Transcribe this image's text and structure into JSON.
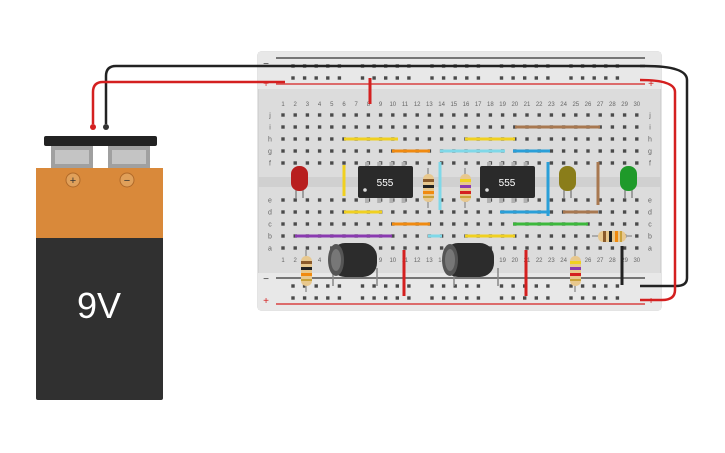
{
  "battery": {
    "label": "9V",
    "plus_symbol": "+",
    "minus_symbol": "−"
  },
  "breadboard": {
    "columns": [
      "1",
      "2",
      "3",
      "4",
      "5",
      "6",
      "7",
      "8",
      "9",
      "10",
      "11",
      "12",
      "13",
      "14",
      "15",
      "16",
      "17",
      "18",
      "19",
      "20",
      "21",
      "22",
      "23",
      "24",
      "25",
      "26",
      "27",
      "28",
      "29",
      "30"
    ],
    "rows_top": [
      "j",
      "i",
      "h",
      "g",
      "f"
    ],
    "rows_bottom": [
      "e",
      "d",
      "c",
      "b",
      "a"
    ],
    "rail_plus": "+",
    "rail_minus": "−"
  },
  "chips": [
    {
      "label": "555"
    },
    {
      "label": "555"
    }
  ],
  "leds": [
    {
      "name": "red-led",
      "color": "#b81e1e"
    },
    {
      "name": "yellow-led",
      "color": "#8a7d1a"
    },
    {
      "name": "green-led",
      "color": "#1f9a2a"
    }
  ],
  "colors": {
    "wire_red": "#d42020",
    "wire_black": "#222222",
    "wire_yellow": "#f0d020",
    "wire_orange": "#f08a10",
    "wire_cyan": "#7fd8e8",
    "wire_blue": "#2a9fd8",
    "wire_brown": "#a87850",
    "wire_purple": "#8a3ab0",
    "wire_green": "#3cb83c",
    "board": "#e6e6e6",
    "battery_body": "#303030",
    "battery_cap": "#d9893a"
  }
}
